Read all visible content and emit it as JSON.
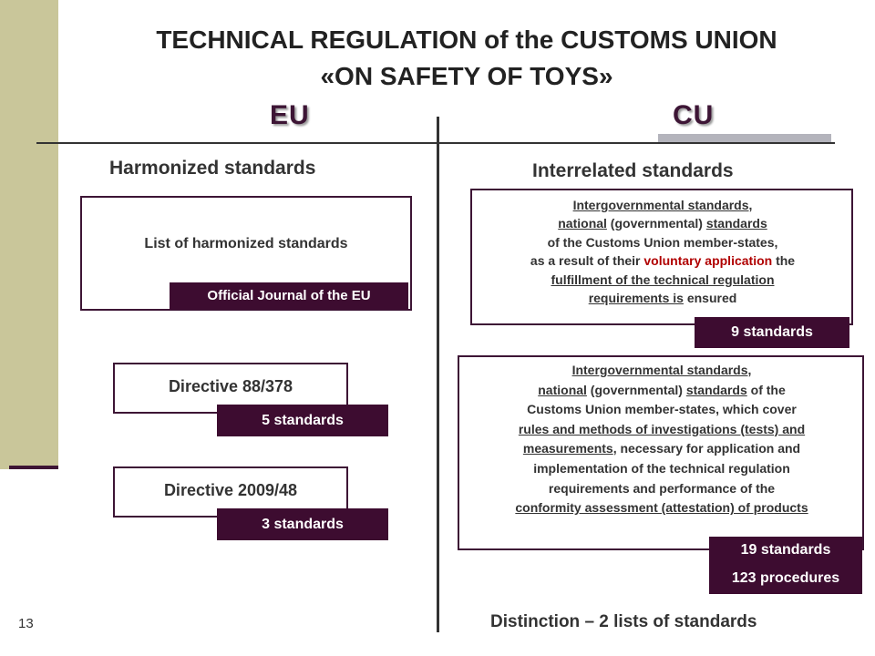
{
  "title": {
    "line1": "TECHNICAL REGULATION of the CUSTOMS UNION",
    "line2": "«ON SAFETY OF TOYS»"
  },
  "columns": {
    "eu": "EU",
    "cu": "CU"
  },
  "eu": {
    "heading": "Harmonized standards",
    "list_box": {
      "label": "List of harmonized standards",
      "tag": "Official Journal of the EU"
    },
    "directive1": {
      "label": "Directive 88/378",
      "tag": "5 standards"
    },
    "directive2": {
      "label": "Directive 2009/48",
      "tag": "3 standards"
    }
  },
  "cu": {
    "heading": "Interrelated standards",
    "box1": {
      "line1_u": "Intergovernmental standards",
      "line1_rest": ",",
      "line2_u1": "national",
      "line2_mid": " (governmental) ",
      "line2_u2": "standards",
      "line3": "of the Customs Union member-states,",
      "line4_a": "as a result of their ",
      "line4_red": "voluntary application",
      "line4_b": " the",
      "line5_u": "fulfillment of the technical regulation",
      "line6_u": "requirements is",
      "line6_rest": " ensured",
      "tag": "9 standards"
    },
    "box2": {
      "line1_u": "Intergovernmental standards",
      "line1_rest": ",",
      "line2_u1": "national",
      "line2_mid": " (governmental) ",
      "line2_u2": "standards",
      "line2_rest": " of the",
      "line3": "Customs Union member-states, which cover",
      "line4_u": "rules and methods of investigations (tests) and",
      "line5_u": "measurements",
      "line5_rest": ", necessary for application and",
      "line6": "implementation of the technical regulation",
      "line7": "requirements and performance of the",
      "line8_u": "conformity assessment (attestation) of products",
      "tag1": "19 standards",
      "tag2": "123 procedures"
    }
  },
  "footer": {
    "distinction": "Distinction – 2 lists of standards",
    "page_number": "13"
  },
  "colors": {
    "accent": "#3d0c30",
    "band": "#c9c69a",
    "highlight": "#b00000",
    "gray_bar": "#b4b4bc"
  }
}
